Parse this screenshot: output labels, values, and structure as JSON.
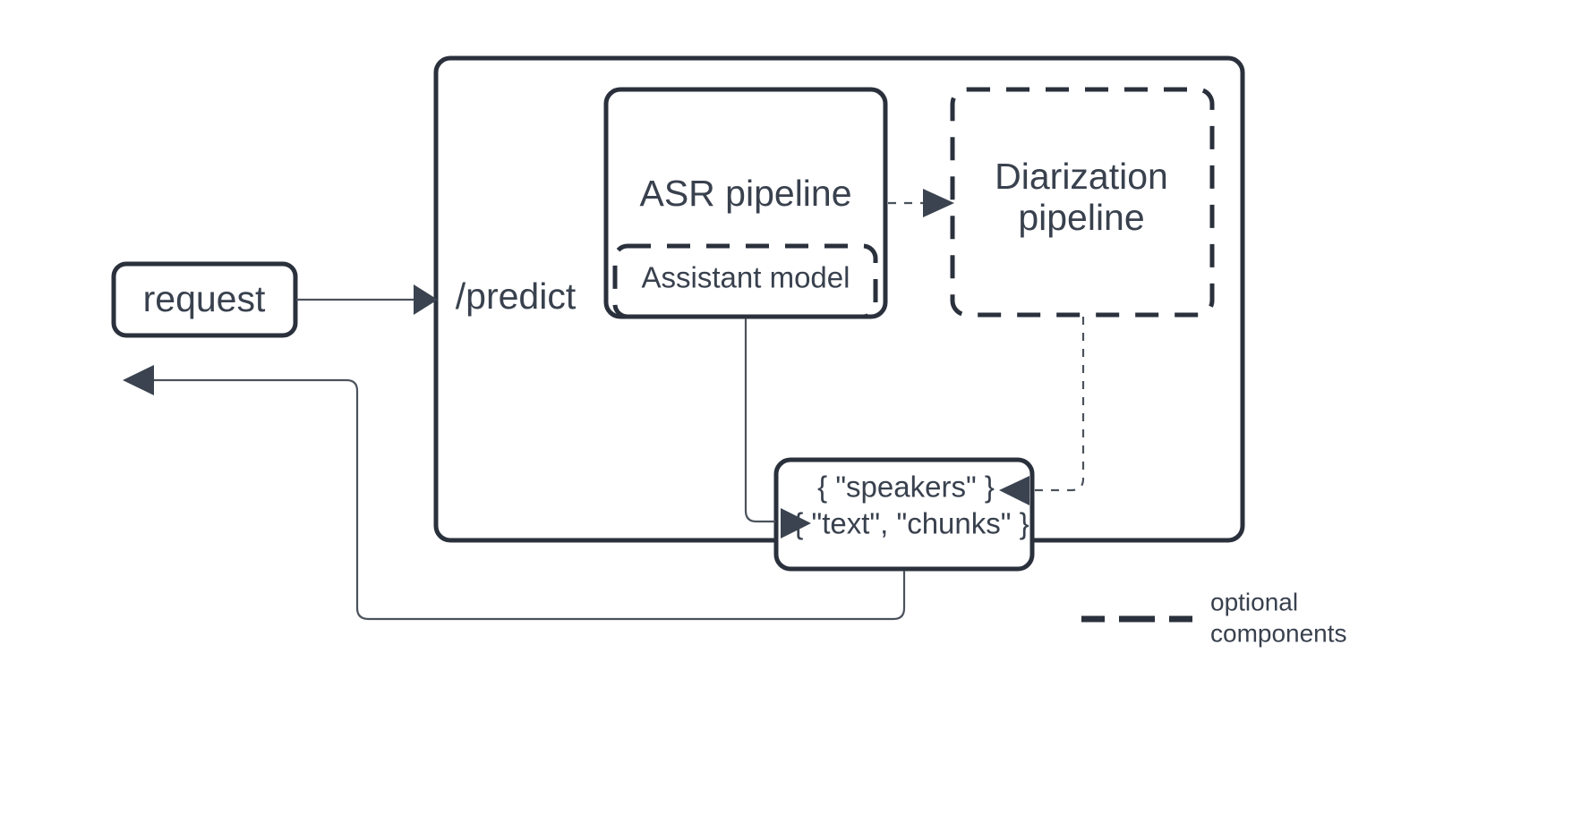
{
  "diagram": {
    "title_nodes": {
      "request": "request",
      "predict": "/predict",
      "asr_pipeline": "ASR pipeline",
      "assistant_model": "Assistant model",
      "diarization_pipeline_line1": "Diarization",
      "diarization_pipeline_line2": "pipeline",
      "output_speakers": "{ \"speakers\" }",
      "output_text_chunks": "{ \"text\", \"chunks\" }"
    },
    "legend": {
      "label_line1": "optional",
      "label_line2": "components",
      "sample_style": "dashed-line"
    },
    "colors": {
      "stroke_primary": "#2a313c",
      "stroke_thin": "#4b525c",
      "text": "#39414e",
      "background": "#ffffff"
    },
    "edges": [
      {
        "name": "request-to-predict",
        "style": "solid",
        "from": "request",
        "to": "/predict"
      },
      {
        "name": "asr-to-diarization",
        "style": "dashed",
        "from": "ASR pipeline",
        "to": "Diarization pipeline"
      },
      {
        "name": "assistant-to-text-chunks",
        "style": "solid",
        "from": "Assistant model",
        "to": "{ \"text\", \"chunks\" }"
      },
      {
        "name": "diarization-to-speakers",
        "style": "dashed",
        "from": "Diarization pipeline",
        "to": "{ \"speakers\" }"
      },
      {
        "name": "output-to-response",
        "style": "solid",
        "from": "output",
        "to": "response"
      }
    ]
  }
}
